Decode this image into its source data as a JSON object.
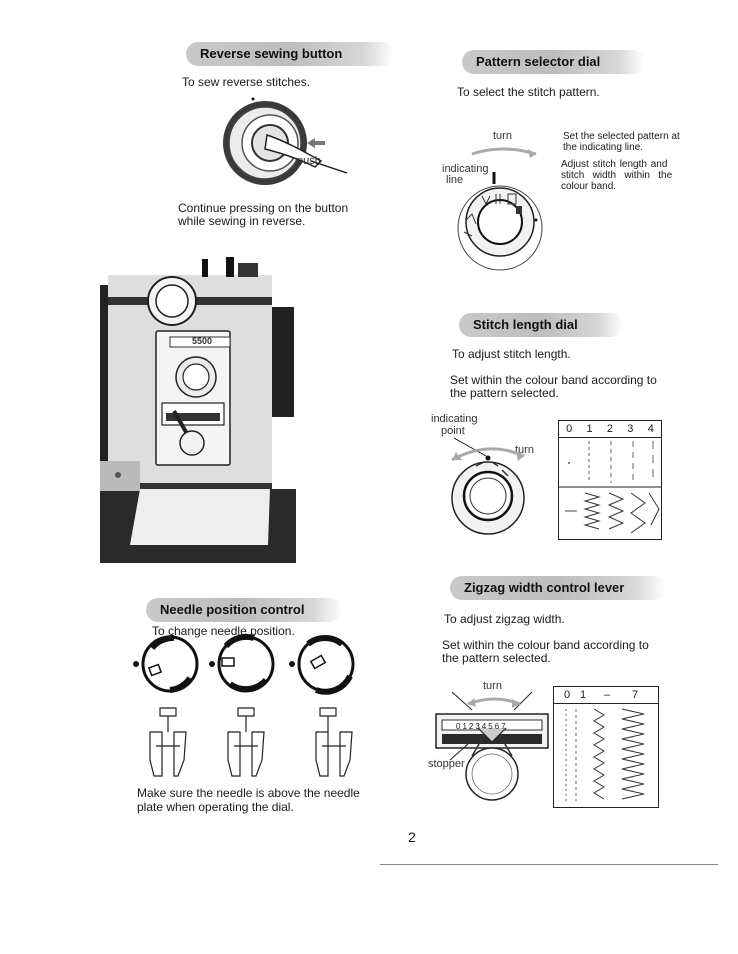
{
  "reverse": {
    "title": "Reverse sewing button",
    "text": "To sew reverse stitches.",
    "push_label": "push",
    "note_line1": "Continue pressing on the button",
    "note_line2": "while sewing in reverse."
  },
  "pattern": {
    "title": "Pattern selector dial",
    "text": "To select the stitch pattern.",
    "turn_label": "turn",
    "indicating_label_1": "indicating",
    "indicating_label_2": "line",
    "note1_line1": "Set the selected pattern at",
    "note1_line2": "the indicating line.",
    "note2_line1": "Adjust  stitch  length  and",
    "note2_line2": "stitch   width   within   the",
    "note2_line3": "colour band."
  },
  "machine": {
    "model_label": "5500"
  },
  "stitch_length": {
    "title": "Stitch length dial",
    "text1": "To adjust stitch length.",
    "text2_line1": "Set within the colour band according to",
    "text2_line2": "the pattern selected.",
    "indicating_label_1": "indicating",
    "indicating_label_2": "point",
    "turn_label": "turn",
    "scale": [
      "0",
      "1",
      "2",
      "3",
      "4"
    ]
  },
  "needle": {
    "title": "Needle position control",
    "text": "To change needle position.",
    "note_line1": "Make sure the needle is above the needle",
    "note_line2": "plate when operating the dial."
  },
  "zigzag": {
    "title": "Zigzag width control lever",
    "text1": "To adjust zigzag width.",
    "text2_line1": "Set within the colour band according to",
    "text2_line2": "the pattern selected.",
    "turn_label": "turn",
    "stopper_label": "stopper",
    "lever_scale": "01234567",
    "scale": [
      "0",
      "1",
      "–",
      "7"
    ]
  },
  "page_number": "2"
}
